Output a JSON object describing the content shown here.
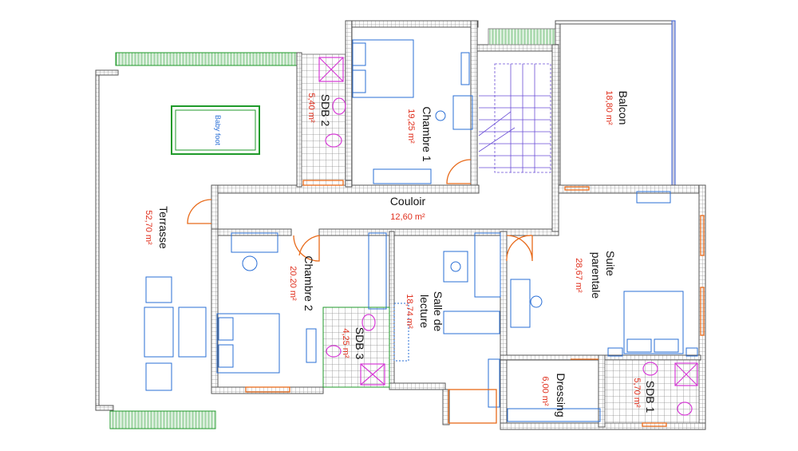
{
  "rooms": {
    "terrasse": {
      "name": "Terrasse",
      "area": "52,70 m²"
    },
    "chambre1": {
      "name": "Chambre 1",
      "area": "19,25 m²"
    },
    "chambre2": {
      "name": "Chambre 2",
      "area": "20.20 m²"
    },
    "couloir": {
      "name": "Couloir",
      "area": "12,60 m²"
    },
    "balcon": {
      "name": "Balcon",
      "area": "18,80 m²"
    },
    "suite_l1": {
      "name": "Suite"
    },
    "suite_l2": {
      "name": "parentale",
      "area": "28,67 m²"
    },
    "salle_l1": {
      "name": "Salle de"
    },
    "salle_l2": {
      "name": "lecture",
      "area": "18,74 m²"
    },
    "dressing": {
      "name": "Dressing",
      "area": "6,00 m²"
    },
    "sdb1": {
      "name": "SDB 1",
      "area": "5,70 m²"
    },
    "sdb2": {
      "name": "SDB 2",
      "area": "5,40 m²"
    },
    "sdb3": {
      "name": "SDB 3",
      "area": "4,25 m²"
    }
  },
  "furniture": {
    "babyfoot": "Baby foot"
  },
  "colors": {
    "wall": "#555555",
    "hatch": "#9a9a9a",
    "furniture": "#2a6fd6",
    "sanitary": "#d63ad6",
    "door": "#e86a1a",
    "area_text": "#e0301e",
    "game_table": "#1f9a2a",
    "stair": "#6b4fd6"
  }
}
